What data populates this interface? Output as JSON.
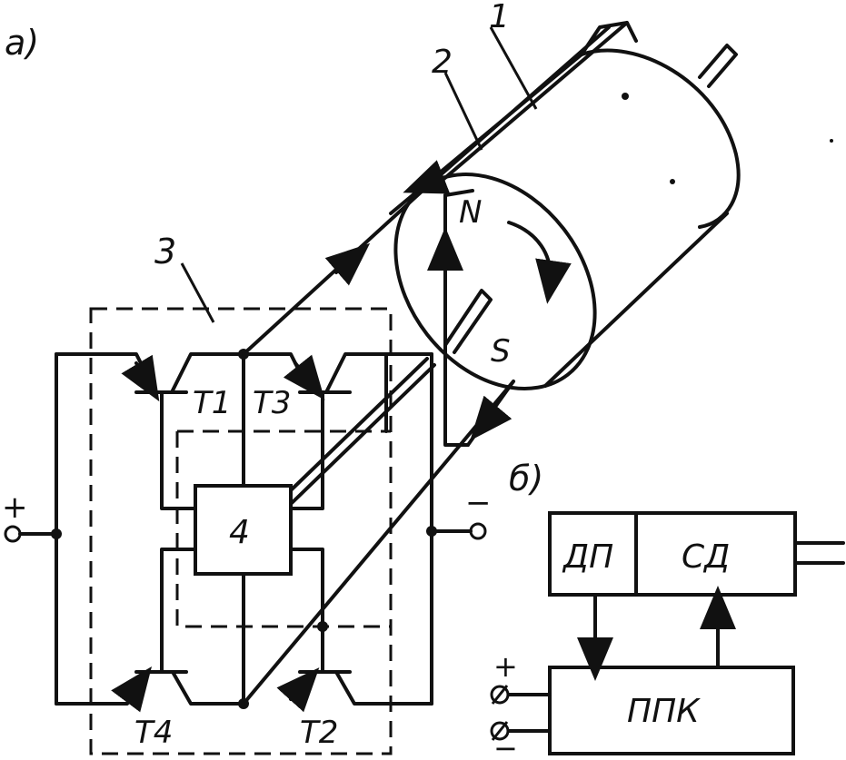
{
  "labels": {
    "part_a": "а)",
    "part_b": "б)",
    "callout_1": "1",
    "callout_2": "2",
    "callout_3": "3",
    "block_4": "4",
    "pole_n": "N",
    "pole_s": "S",
    "t1": "T1",
    "t2": "T2",
    "t3": "T3",
    "t4": "T4",
    "plus": "+",
    "minus": "−",
    "dp": "ДП",
    "sd": "СД",
    "ppk": "ППК",
    "plus_b": "+",
    "minus_b": "−"
  }
}
